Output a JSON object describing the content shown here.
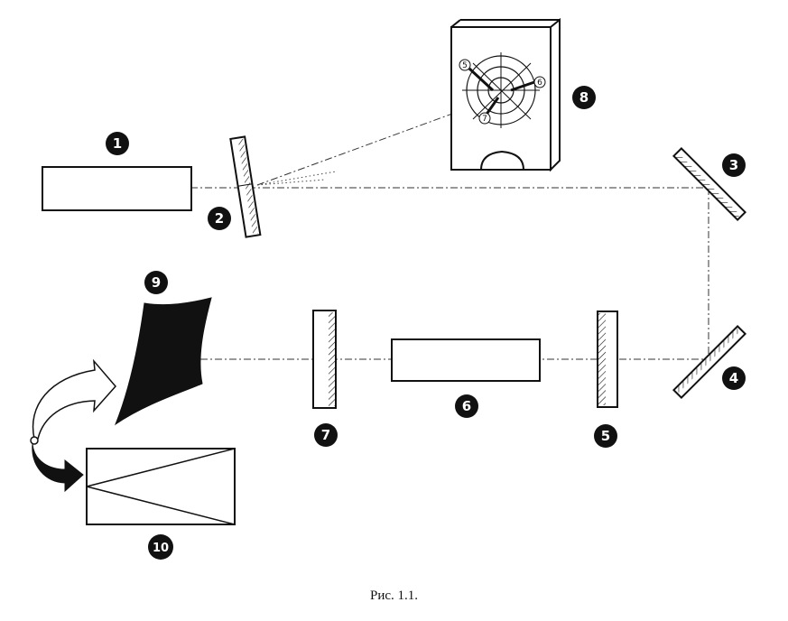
{
  "caption": "Рис. 1.1.",
  "labels": {
    "n1": "1",
    "n2": "2",
    "n3": "3",
    "n4": "4",
    "n5": "5",
    "n6": "6",
    "n7": "7",
    "n8": "8",
    "n9": "9",
    "n10": "10"
  },
  "screen_marks": {
    "m5": "5",
    "m6": "6",
    "m7": "7"
  },
  "colors": {
    "ink": "#111111",
    "paper": "#ffffff"
  }
}
